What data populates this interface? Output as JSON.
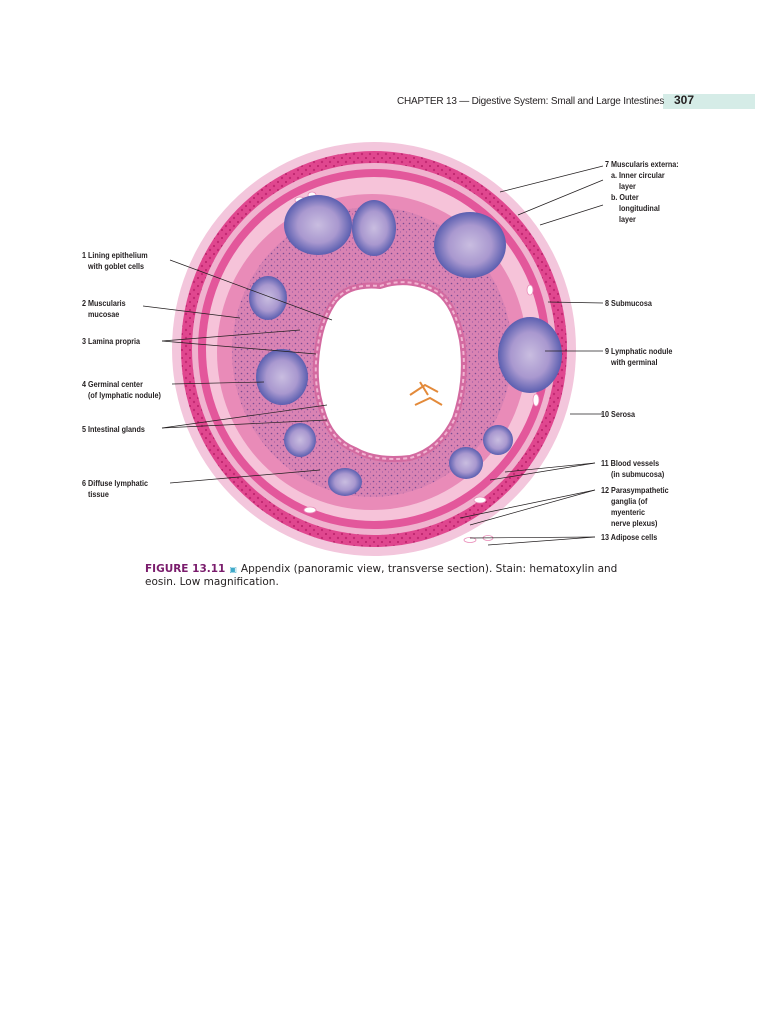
{
  "header": {
    "running_head": "CHAPTER 13 — Digestive System: Small and Large Intestines",
    "page_number": "307"
  },
  "figure": {
    "labels": {
      "l1": "1 Lining epithelium\n   with goblet cells",
      "l2": "2 Muscularis\n   mucosae",
      "l3": "3 Lamina propria",
      "l4": "4 Germinal center\n   (of lymphatic nodule)",
      "l5": "5 Intestinal glands",
      "l6": "6 Diffuse lymphatic\n   tissue",
      "l7": "7 Muscularis externa:\n   a. Inner circular\n       layer\n   b. Outer\n       longitudinal\n       layer",
      "l8": "8 Submucosa",
      "l9": "9 Lymphatic nodule\n   with germinal",
      "l10": "10 Serosa",
      "l11": "11 Blood vessels\n     (in submucosa)",
      "l12": "12 Parasympathetic\n     ganglia (of\n     myenteric\n     nerve plexus)",
      "l13": "13 Adipose cells"
    },
    "caption": {
      "figure_label": "FIGURE 13.11",
      "marker": "▣",
      "text": "Appendix (panoramic view, transverse section). Stain: hematoxylin and eosin. Low magnification."
    }
  },
  "colors": {
    "serosa": "#f3c6dc",
    "muscularis": "#e0478f",
    "submucosa": "#f6c3d9",
    "mucosa": "#e98bb8",
    "lymphatic_tissue": "#7e5fa4",
    "nodule": "#5b5fb0",
    "germinal_center": "#b7a7d6",
    "lumen": "#ffffff",
    "debris": "#e38a3a",
    "figure_label": "#7a1c6c",
    "header_band": "#d5ece7"
  }
}
